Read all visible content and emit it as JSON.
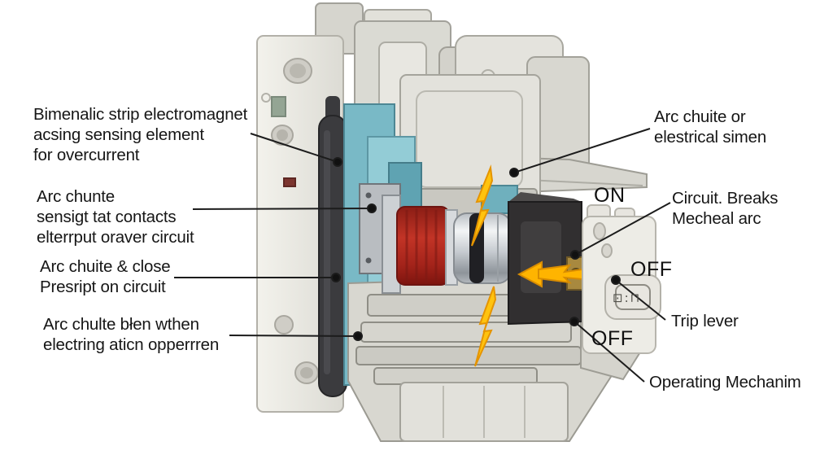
{
  "diagram": {
    "type": "technical-cutaway-diagram",
    "subject": "Circuit breaker cross-section with callout labels",
    "background": "#ffffff",
    "colors": {
      "housing_gray": "#dcdbd4",
      "panel_white": "#eeede7",
      "teal_plates": "#7db9c6",
      "coil_red": "#b02a1e",
      "chrome_silver": "#cdd1d5",
      "dark_block": "#323031",
      "arc_yellow": "#ffc30f",
      "brass_contact": "#a8893f",
      "callout_black": "#1c1c1c"
    }
  },
  "labels": {
    "bimetallic": {
      "lines": [
        "Bimenalic strip electromagnet",
        "acsing sensing element",
        "for overcurrent"
      ]
    },
    "contacts": {
      "lines": [
        "Arc chunte",
        "sensigt tat contacts",
        "elterrput oraver circuit"
      ]
    },
    "arc_chute_close": {
      "lines": [
        "Arc chuite & close",
        "Presript on circuit"
      ]
    },
    "arc_chute_open": {
      "lines": [
        "Arc chulte błen wthen",
        "electring aticn opperrren"
      ]
    },
    "arc_chute_right": {
      "lines": [
        "Arc chuite or",
        "elestrical simen"
      ]
    },
    "circuit_breaks": {
      "lines": [
        "Circuit. Breaks",
        "Mecheal arc"
      ]
    },
    "trip_lever": "Trip lever",
    "operating_mechanism": "Operating Mechanim",
    "on_indicator": "ON",
    "off_indicator_upper": "OFF",
    "off_indicator_lower": "OFF",
    "molded_marking": "⊡:⊓"
  }
}
